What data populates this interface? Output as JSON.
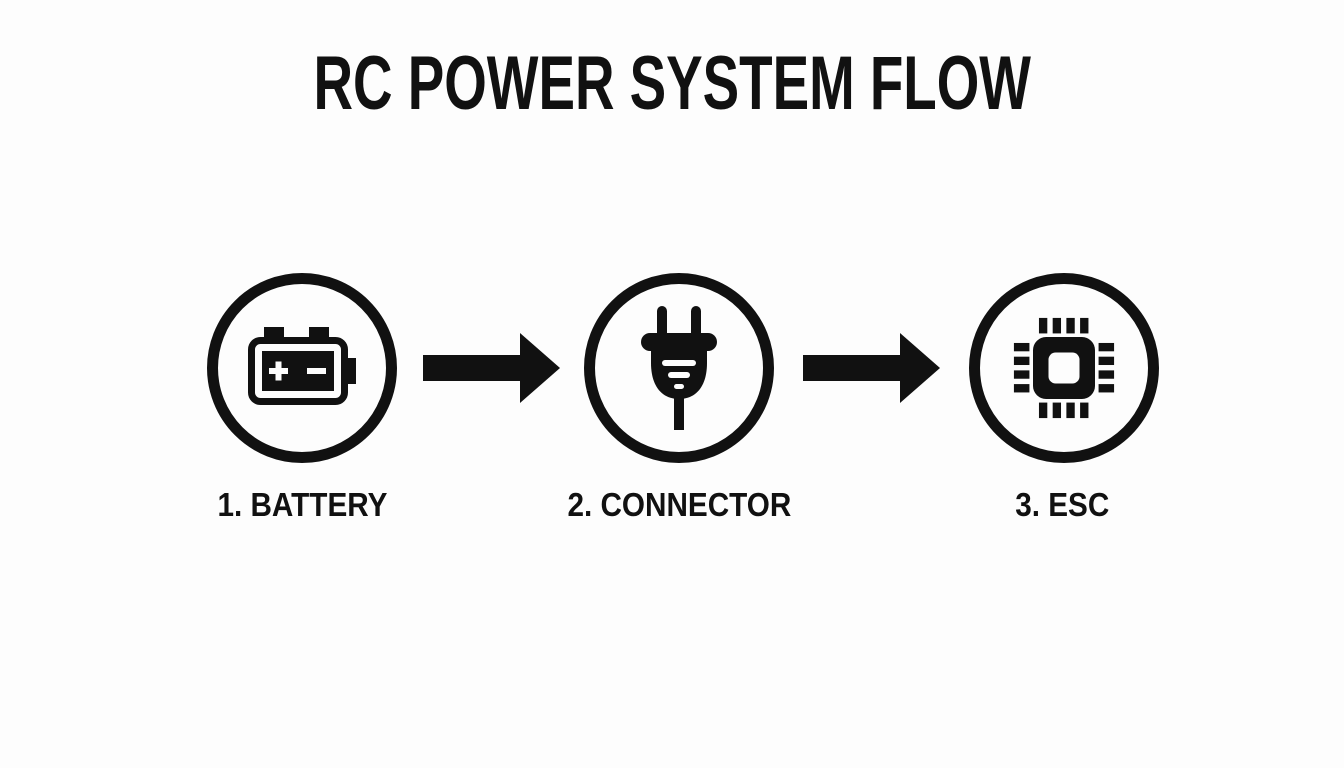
{
  "title": "RC POWER SYSTEM FLOW",
  "nodes": [
    {
      "label": "1. BATTERY",
      "icon": "battery-icon"
    },
    {
      "label": "2. CONNECTOR",
      "icon": "plug-icon"
    },
    {
      "label": "3. ESC",
      "icon": "chip-icon"
    }
  ],
  "arrows": [
    {
      "icon": "arrow-right-icon"
    },
    {
      "icon": "arrow-right-icon"
    }
  ],
  "colors": {
    "ink": "#111111",
    "background": "#fdfdfd"
  }
}
